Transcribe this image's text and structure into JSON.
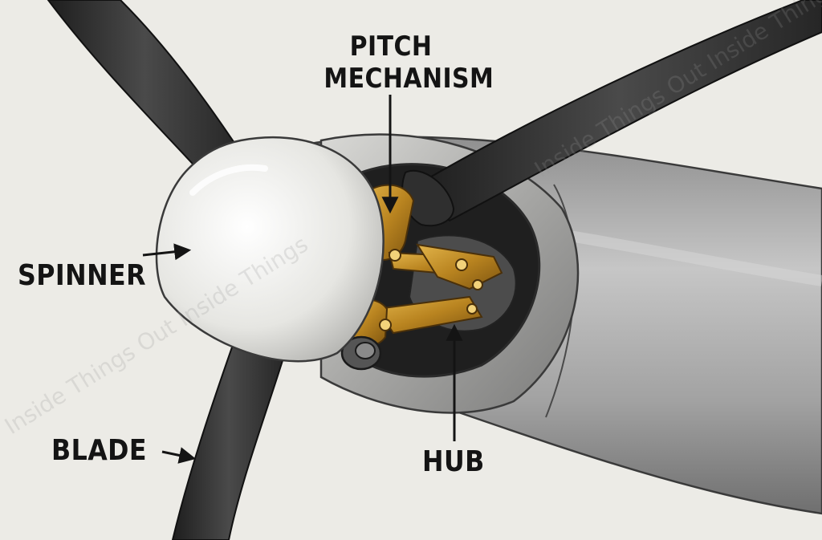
{
  "labels": {
    "pitch_mechanism_line1": "PITCH",
    "pitch_mechanism_line2": "MECHANISM",
    "spinner": "SPINNER",
    "blade": "BLADE",
    "hub": "HUB"
  },
  "watermark": {
    "text_1": "Inside Things Out Inside Things",
    "text_2": "Inside Things Out Inside Things"
  },
  "colors": {
    "background": "#ecebe6",
    "blade": "#2b2b2b",
    "spinner": "#f2f2ee",
    "fuselage": "#a9a9a9",
    "mechanism": "#c08a24",
    "label_text": "#141414"
  }
}
